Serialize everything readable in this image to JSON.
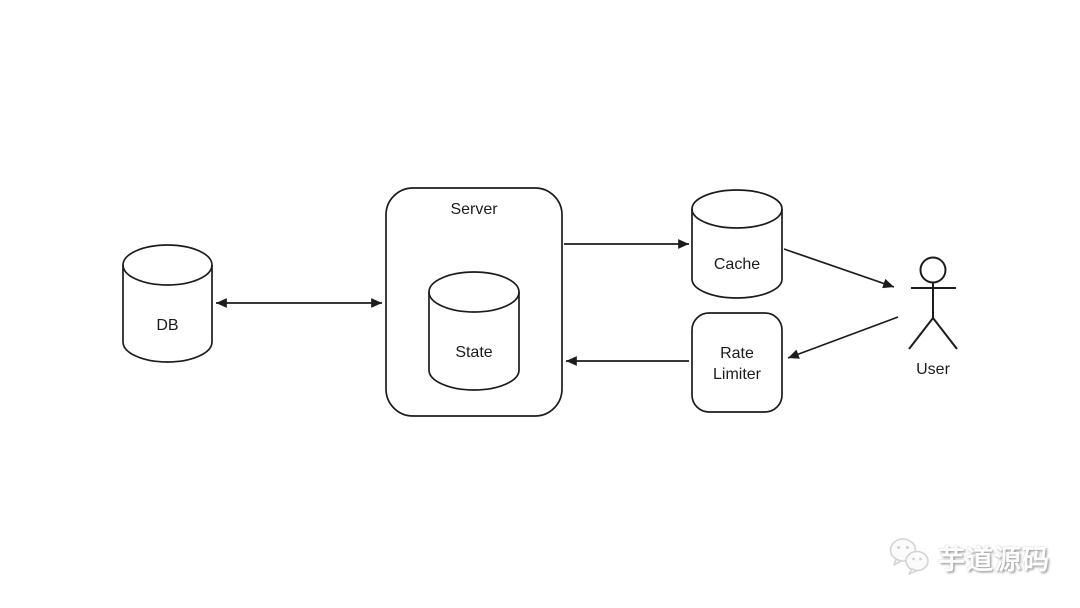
{
  "page": {
    "background": "#ffffff"
  },
  "diagram": {
    "type": "architecture-flow",
    "stroke_color": "#1c1c1c",
    "nodes": {
      "db": {
        "label": "DB",
        "shape": "cylinder"
      },
      "server": {
        "label": "Server",
        "shape": "rounded-rectangle"
      },
      "state": {
        "label": "State",
        "shape": "cylinder",
        "inside": "server"
      },
      "cache": {
        "label": "Cache",
        "shape": "cylinder"
      },
      "rate_limiter": {
        "label_line1": "Rate",
        "label_line2": "Limiter",
        "shape": "rounded-rectangle"
      },
      "user": {
        "label": "User",
        "shape": "stick-figure"
      }
    },
    "edges": [
      {
        "from": "db",
        "to": "server",
        "direction": "bidirectional"
      },
      {
        "from": "server",
        "to": "cache",
        "direction": "forward"
      },
      {
        "from": "cache",
        "to": "user",
        "direction": "forward"
      },
      {
        "from": "user",
        "to": "rate_limiter",
        "direction": "forward"
      },
      {
        "from": "rate_limiter",
        "to": "server",
        "direction": "forward"
      }
    ]
  },
  "watermark": {
    "text": "芋道源码",
    "icon": "wechat-logo-icon"
  }
}
